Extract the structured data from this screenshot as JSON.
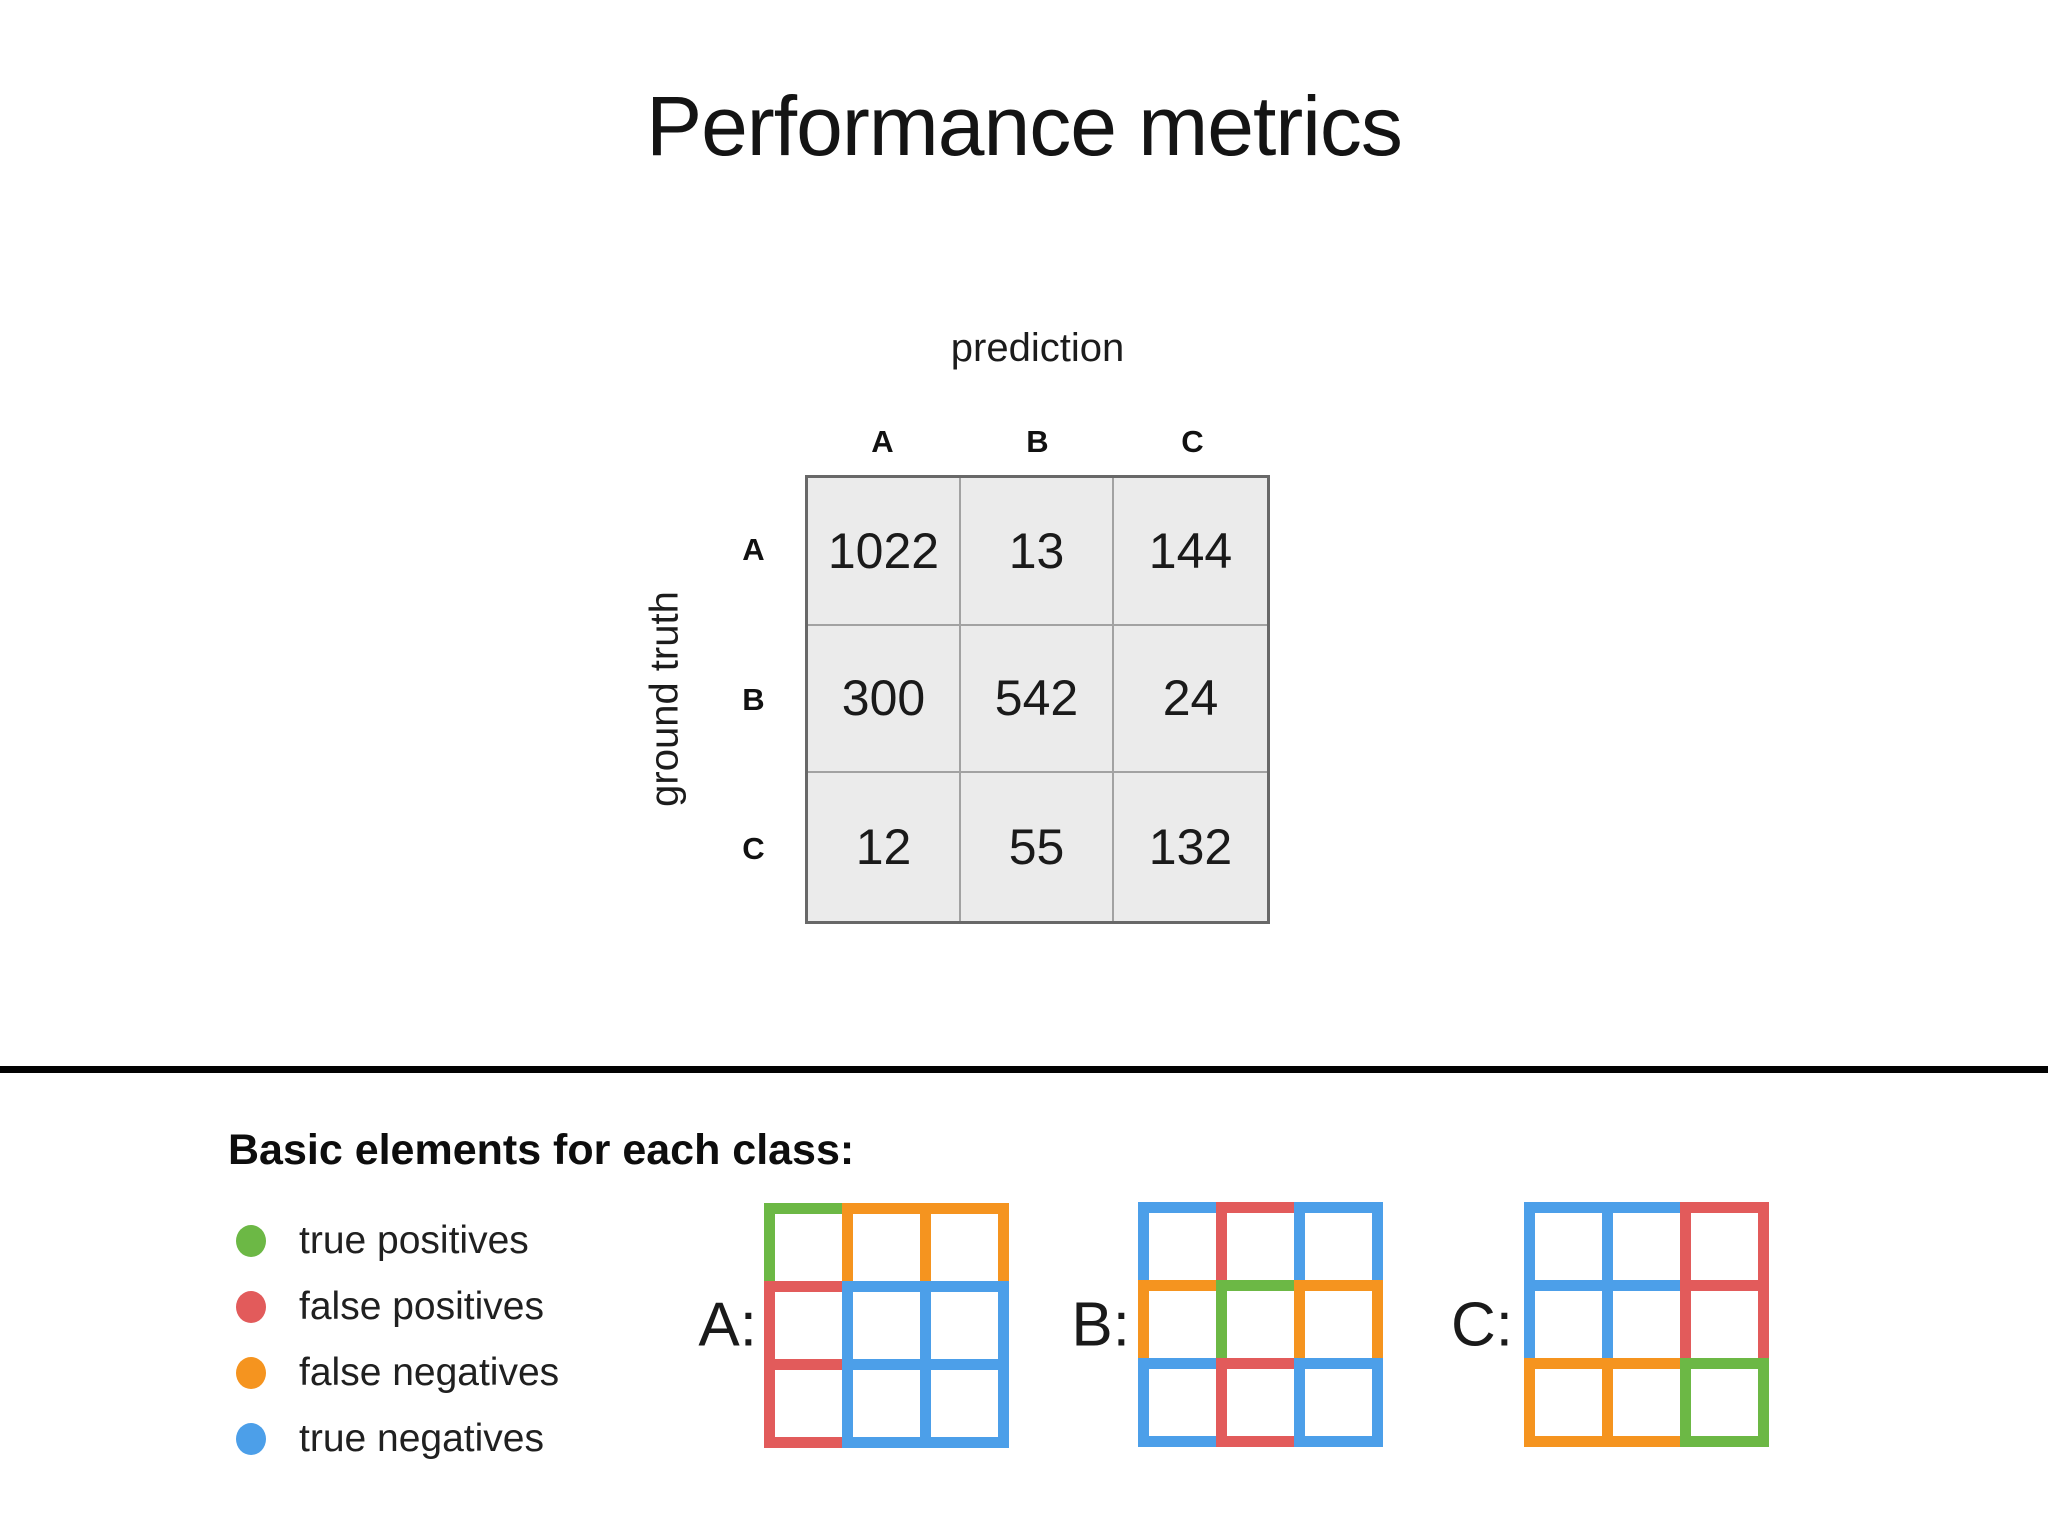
{
  "title": "Performance metrics",
  "confusion_matrix": {
    "axis_top": "prediction",
    "axis_left": "ground truth",
    "col_headers": [
      "A",
      "B",
      "C"
    ],
    "row_headers": [
      "A",
      "B",
      "C"
    ],
    "rows": [
      [
        1022,
        13,
        144
      ],
      [
        300,
        542,
        24
      ],
      [
        12,
        55,
        132
      ]
    ]
  },
  "legend": {
    "heading": "Basic elements for each class:",
    "items": [
      {
        "key": "tp",
        "label": "true positives"
      },
      {
        "key": "fp",
        "label": "false positives"
      },
      {
        "key": "fn",
        "label": "false negatives"
      },
      {
        "key": "tn",
        "label": "true negatives"
      }
    ]
  },
  "colors": {
    "tp": "#6CB845",
    "fp": "#E25B5B",
    "fn": "#F5941F",
    "tn": "#4C9FE9"
  },
  "class_grids": [
    {
      "label": "A:",
      "cells": [
        [
          "tp",
          "fn",
          "fn"
        ],
        [
          "fp",
          "tn",
          "tn"
        ],
        [
          "fp",
          "tn",
          "tn"
        ]
      ]
    },
    {
      "label": "B:",
      "cells": [
        [
          "tn",
          "fp",
          "tn"
        ],
        [
          "fn",
          "tp",
          "fn"
        ],
        [
          "tn",
          "fp",
          "tn"
        ]
      ]
    },
    {
      "label": "C:",
      "cells": [
        [
          "tn",
          "tn",
          "fp"
        ],
        [
          "tn",
          "tn",
          "fp"
        ],
        [
          "fn",
          "fn",
          "tp"
        ]
      ]
    }
  ]
}
